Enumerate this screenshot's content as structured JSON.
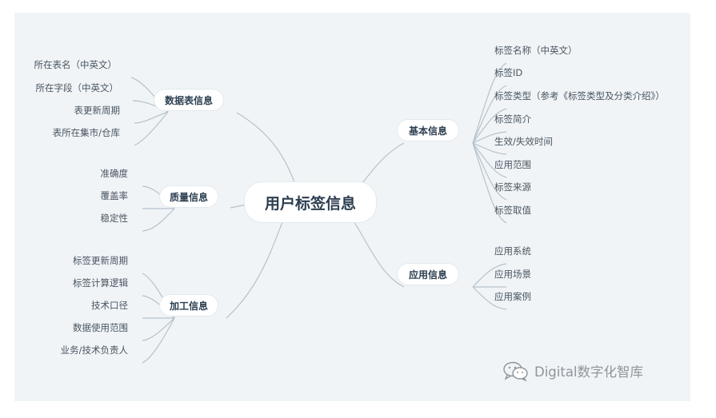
{
  "center": "用户标签信息",
  "left": {
    "data_table": {
      "label": "数据表信息",
      "items": [
        "所在表名（中英文）",
        "所在字段（中英文）",
        "表更新周期",
        "表所在集市/仓库"
      ]
    },
    "quality": {
      "label": "质量信息",
      "items": [
        "准确度",
        "覆盖率",
        "稳定性"
      ]
    },
    "processing": {
      "label": "加工信息",
      "items": [
        "标签更新周期",
        "标签计算逻辑",
        "技术口径",
        "数据使用范围",
        "业务/技术负责人"
      ]
    }
  },
  "right": {
    "basic": {
      "label": "基本信息",
      "items": [
        "标签名称（中英文）",
        "标签ID",
        "标签类型（参考《标签类型及分类介绍》）",
        "标签简介",
        "生效/失效时间",
        "应用范围",
        "标签来源",
        "标签取值"
      ]
    },
    "application": {
      "label": "应用信息",
      "items": [
        "应用系统",
        "应用场景",
        "应用案例"
      ]
    }
  },
  "watermark": "Digital数字化智库",
  "colors": {
    "background": "#f0f4f6",
    "line": "#b6c2cc",
    "node_text": "#2c3e50",
    "leaf_text": "#4a5562"
  }
}
